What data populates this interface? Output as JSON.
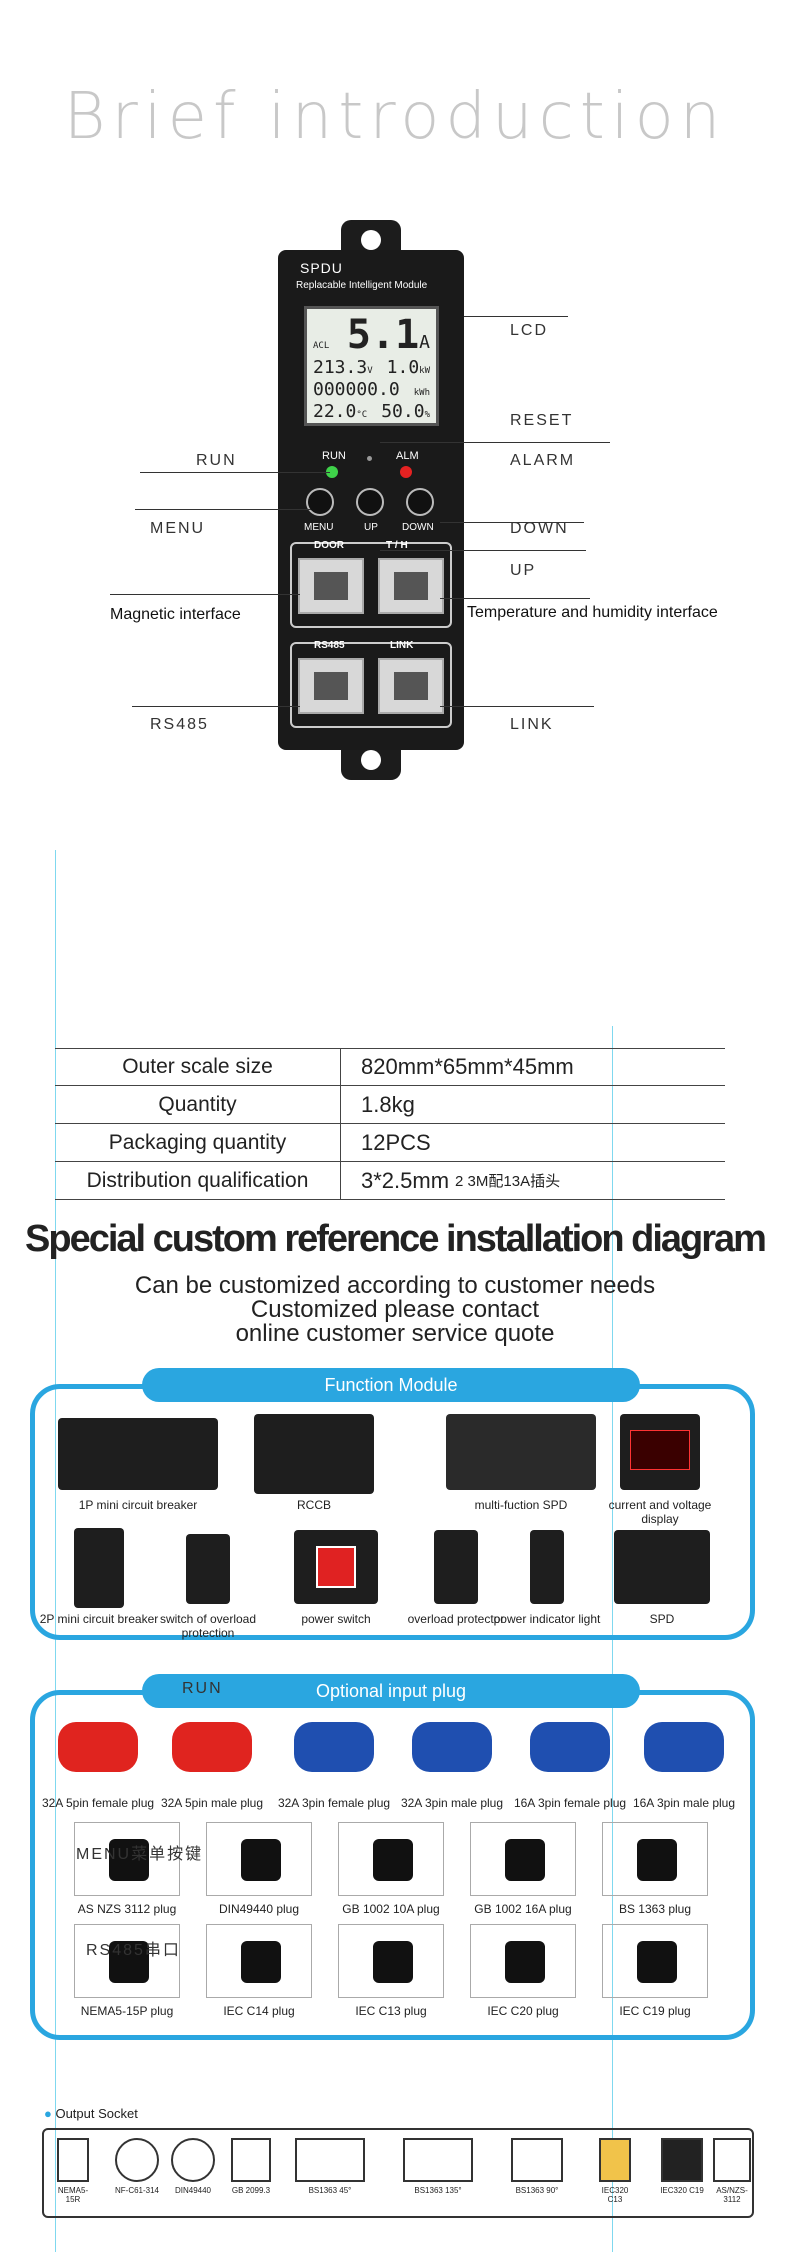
{
  "title": "Brief introduction",
  "device": {
    "brand": "SPDU",
    "subtitle": "Replacable Intelligent Module",
    "lcd": {
      "r1_label": "ACL",
      "r1_value": "5.1",
      "r1_unit": "A",
      "r2_value": "213.3",
      "r2_unit": "V",
      "r2_value2": "1.0",
      "r2_unit2": "kW",
      "r3_value": "000000.0",
      "r3_unit": "kWh",
      "r4_value": "22.0",
      "r4_unit": "°C",
      "r4_value2": "50.0",
      "r4_unit2": "%"
    },
    "led_run": "RUN",
    "led_alm": "ALM",
    "btn_menu": "MENU",
    "btn_up": "UP",
    "btn_down": "DOWN",
    "port_door": "DOOR",
    "port_th": "T / H",
    "port_rs485": "RS485",
    "port_link": "LINK",
    "led_run_color": "#3fd24a",
    "led_alm_color": "#e52222"
  },
  "callouts": {
    "lcd": "LCD",
    "reset": "RESET",
    "run": "RUN",
    "alarm": "ALARM",
    "menu": "MENU",
    "down": "DOWN",
    "up": "UP",
    "magnetic": "Magnetic interface",
    "th": "Temperature and humidity interface",
    "rs485": "RS485",
    "link": "LINK"
  },
  "spec": [
    {
      "label": "Outer scale size",
      "value": "820mm*65mm*45mm",
      "extra": ""
    },
    {
      "label": "Quantity",
      "value": "1.8kg",
      "extra": ""
    },
    {
      "label": "Packaging quantity",
      "value": "12PCS",
      "extra": ""
    },
    {
      "label": "Distribution qualification",
      "value": "3*2.5mm",
      "extra": "2 3M配13A插头"
    }
  ],
  "heading": "Special custom reference installation diagram",
  "sub1": "Can be customized according to customer needs",
  "sub2": "Customized please contact",
  "sub3": "online customer service quote",
  "function_module": {
    "tab": "Function Module",
    "items": [
      "1P mini circuit breaker",
      "RCCB",
      "multi-fuction SPD",
      "current and voltage display",
      "2P mini circuit breaker",
      "switch of overload protection",
      "power switch",
      "overload protector",
      "power indicator light",
      "SPD"
    ]
  },
  "input_plug": {
    "tab": "Optional input plug",
    "overlay_run": "RUN",
    "overlay_menu": "MENU菜单按键",
    "overlay_rs485": "RS485串口",
    "items": [
      "32A 5pin female plug",
      "32A 5pin male plug",
      "32A 3pin female plug",
      "32A 3pin male plug",
      "16A 3pin female plug",
      "16A 3pin male plug",
      "AS NZS 3112 plug",
      "DIN49440 plug",
      "GB 1002 10A plug",
      "GB 1002 16A plug",
      "BS 1363 plug",
      "NEMA5-15P plug",
      "IEC C14 plug",
      "IEC C13 plug",
      "IEC C20 plug",
      "IEC C19 plug"
    ],
    "red": "#e0241f",
    "blue": "#1f4fb0"
  },
  "output_socket": {
    "title": "Output Socket",
    "items": [
      "NEMA5-15R",
      "NF-C61-314",
      "DIN49440",
      "GB 2099.3",
      "BS1363 45°",
      "BS1363 135°",
      "BS1363 90°",
      "IEC320 C13",
      "IEC320 C19",
      "AS/NZS-3112"
    ]
  },
  "colors": {
    "accent": "#2aa6e0",
    "guide": "#7fd8ef"
  }
}
